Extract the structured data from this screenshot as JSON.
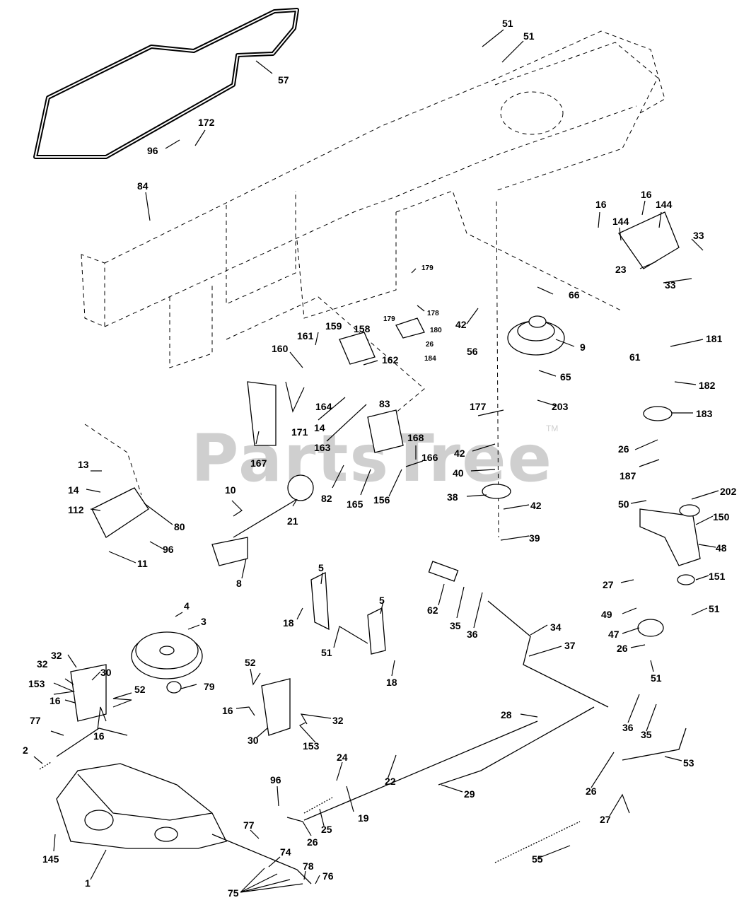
{
  "watermark": {
    "text": "PartsTree",
    "trademark": "TM"
  },
  "callouts": [
    {
      "n": "51"
    },
    {
      "n": "51"
    },
    {
      "n": "57"
    },
    {
      "n": "172"
    },
    {
      "n": "96"
    },
    {
      "n": "84"
    },
    {
      "n": "16"
    },
    {
      "n": "16"
    },
    {
      "n": "144"
    },
    {
      "n": "144"
    },
    {
      "n": "33"
    },
    {
      "n": "23"
    },
    {
      "n": "33"
    },
    {
      "n": "179"
    },
    {
      "n": "178"
    },
    {
      "n": "179"
    },
    {
      "n": "180"
    },
    {
      "n": "26"
    },
    {
      "n": "184"
    },
    {
      "n": "66"
    },
    {
      "n": "42"
    },
    {
      "n": "56"
    },
    {
      "n": "9"
    },
    {
      "n": "65"
    },
    {
      "n": "203"
    },
    {
      "n": "61"
    },
    {
      "n": "181"
    },
    {
      "n": "182"
    },
    {
      "n": "183"
    },
    {
      "n": "26"
    },
    {
      "n": "187"
    },
    {
      "n": "160"
    },
    {
      "n": "161"
    },
    {
      "n": "159"
    },
    {
      "n": "158"
    },
    {
      "n": "162"
    },
    {
      "n": "164"
    },
    {
      "n": "171"
    },
    {
      "n": "14"
    },
    {
      "n": "163"
    },
    {
      "n": "83"
    },
    {
      "n": "167"
    },
    {
      "n": "168"
    },
    {
      "n": "166"
    },
    {
      "n": "82"
    },
    {
      "n": "165"
    },
    {
      "n": "156"
    },
    {
      "n": "177"
    },
    {
      "n": "42"
    },
    {
      "n": "40"
    },
    {
      "n": "38"
    },
    {
      "n": "42"
    },
    {
      "n": "39"
    },
    {
      "n": "13"
    },
    {
      "n": "14"
    },
    {
      "n": "112"
    },
    {
      "n": "80"
    },
    {
      "n": "96"
    },
    {
      "n": "11"
    },
    {
      "n": "10"
    },
    {
      "n": "21"
    },
    {
      "n": "8"
    },
    {
      "n": "50"
    },
    {
      "n": "202"
    },
    {
      "n": "150"
    },
    {
      "n": "48"
    },
    {
      "n": "27"
    },
    {
      "n": "151"
    },
    {
      "n": "49"
    },
    {
      "n": "51"
    },
    {
      "n": "47"
    },
    {
      "n": "26"
    },
    {
      "n": "51"
    },
    {
      "n": "4"
    },
    {
      "n": "3"
    },
    {
      "n": "32"
    },
    {
      "n": "30"
    },
    {
      "n": "32"
    },
    {
      "n": "153"
    },
    {
      "n": "16"
    },
    {
      "n": "52"
    },
    {
      "n": "16"
    },
    {
      "n": "79"
    },
    {
      "n": "5"
    },
    {
      "n": "18"
    },
    {
      "n": "5"
    },
    {
      "n": "51"
    },
    {
      "n": "18"
    },
    {
      "n": "62"
    },
    {
      "n": "35"
    },
    {
      "n": "36"
    },
    {
      "n": "34"
    },
    {
      "n": "37"
    },
    {
      "n": "52"
    },
    {
      "n": "16"
    },
    {
      "n": "32"
    },
    {
      "n": "30"
    },
    {
      "n": "153"
    },
    {
      "n": "28"
    },
    {
      "n": "36"
    },
    {
      "n": "35"
    },
    {
      "n": "77"
    },
    {
      "n": "2"
    },
    {
      "n": "53"
    },
    {
      "n": "22"
    },
    {
      "n": "24"
    },
    {
      "n": "96"
    },
    {
      "n": "19"
    },
    {
      "n": "25"
    },
    {
      "n": "26"
    },
    {
      "n": "29"
    },
    {
      "n": "26"
    },
    {
      "n": "27"
    },
    {
      "n": "145"
    },
    {
      "n": "77"
    },
    {
      "n": "1"
    },
    {
      "n": "74"
    },
    {
      "n": "78"
    },
    {
      "n": "76"
    },
    {
      "n": "75"
    },
    {
      "n": "55"
    }
  ]
}
